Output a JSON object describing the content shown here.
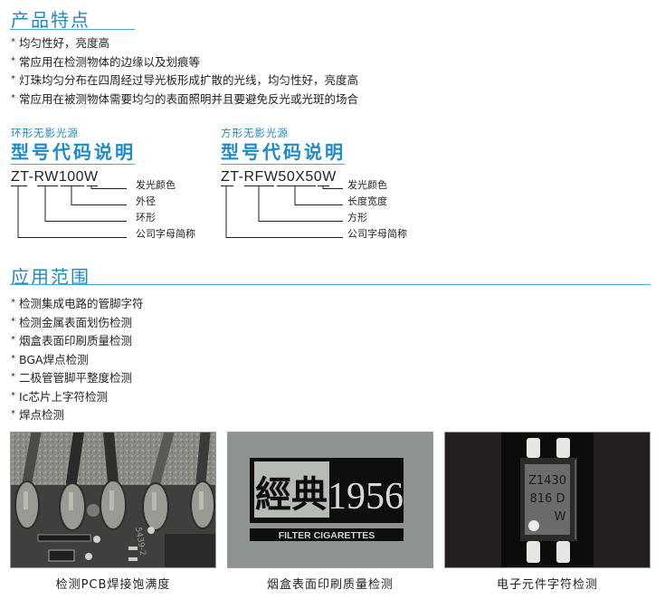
{
  "features": {
    "title": "产品特点",
    "items": [
      "均匀性好，亮度高",
      "常应用在检测物体的边缘以及划痕等",
      "灯珠均匀分布在四周经过导光板形成扩散的光线，均匀性好，亮度高",
      "常应用在被测物体需要均匀的表面照明并且要避免反光或光斑的场合"
    ],
    "bullet": "*"
  },
  "model_codes": [
    {
      "subtitle": "环形无影光源",
      "title": "型号代码说明",
      "code": "ZT-RW100W",
      "labels": [
        "发光颜色",
        "外径",
        "环形",
        "公司字母简称"
      ]
    },
    {
      "subtitle": "方形无影光源",
      "title": "型号代码说明",
      "code": "ZT-RFW50X50W",
      "labels": [
        "发光颜色",
        "长度宽度",
        "方形",
        "公司字母简称"
      ]
    }
  ],
  "applications": {
    "title": "应用范围",
    "items": [
      "检测集成电路的管脚字符",
      "检测金属表面划伤检测",
      "烟盒表面印刷质量检测",
      "BGA焊点检测",
      "二极管管脚平整度检测",
      "Ic芯片上字符检测",
      "焊点检测"
    ]
  },
  "photos": [
    {
      "caption": "检测PCB焊接饱满度",
      "subject": "pcb-solder"
    },
    {
      "caption": "烟盒表面印刷质量检测",
      "subject": "cigarette-box",
      "print_cn": "經典",
      "print_num": "1956",
      "print_en": "FILTER CIGARETTES"
    },
    {
      "caption": "电子元件字符检测",
      "subject": "ic-chip",
      "chip_lines": [
        "Z1430",
        "816 D",
        "W"
      ]
    }
  ],
  "colors": {
    "accent": "#1d8bc6",
    "rule": "#45a9d9",
    "text": "#231f20"
  }
}
